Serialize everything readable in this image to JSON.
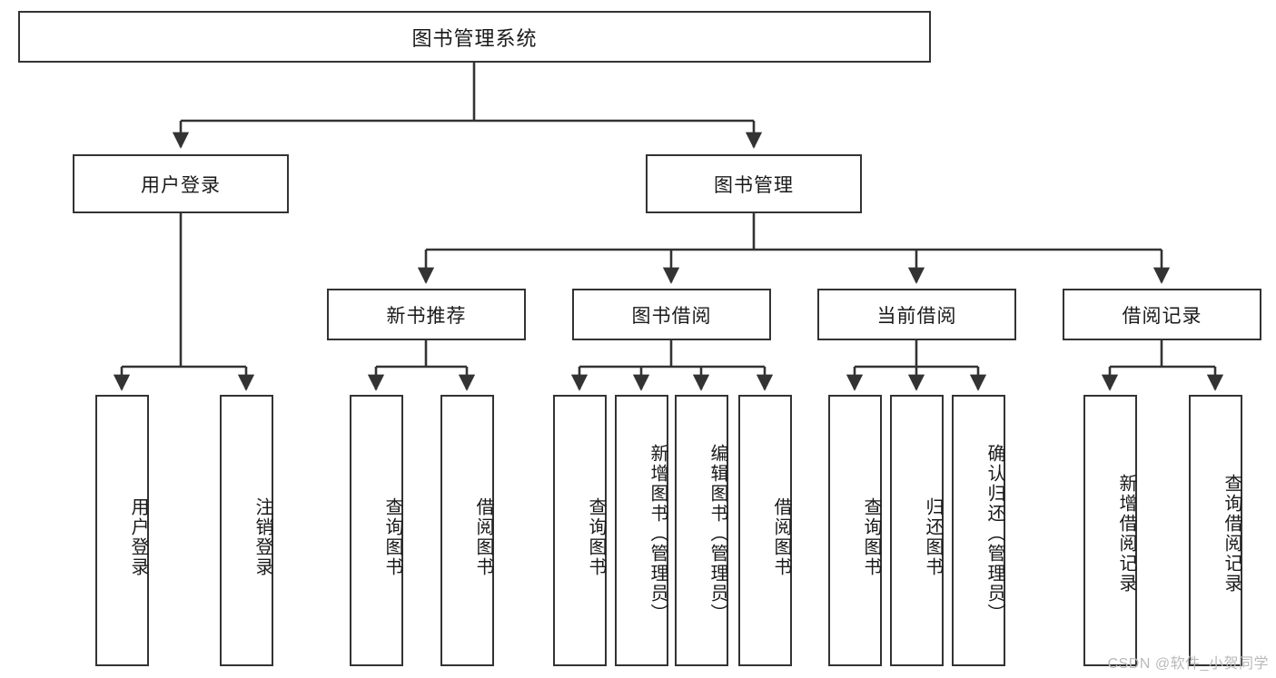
{
  "diagram": {
    "title": "图书管理系统",
    "watermark": "CSDN @软件_小贺同学",
    "line_color": "#333333",
    "box_fill": "#ffffff",
    "text_color": "#1a1a1a",
    "levels": {
      "level1": [
        "图书管理系统"
      ],
      "level2": [
        "用户登录",
        "图书管理"
      ],
      "level3": [
        "新书推荐",
        "图书借阅",
        "当前借阅",
        "借阅记录"
      ],
      "level4": [
        "用户登录",
        "注销登录",
        "查询图书",
        "借阅图书",
        "查询图书",
        "新增图书（管理员）",
        "编辑图书（管理员）",
        "借阅图书",
        "查询图书",
        "归还图书",
        "确认归还（管理员）",
        "新增借阅记录",
        "查询借阅记录"
      ]
    },
    "nodes": {
      "root": {
        "label": "图书管理系统"
      },
      "user_login": {
        "label": "用户登录"
      },
      "book_manage": {
        "label": "图书管理"
      },
      "new_book_rec": {
        "label": "新书推荐"
      },
      "book_borrow": {
        "label": "图书借阅"
      },
      "current_borrow": {
        "label": "当前借阅"
      },
      "borrow_record": {
        "label": "借阅记录"
      },
      "leaf_user_login": {
        "label": "用户登录"
      },
      "leaf_logout": {
        "label": "注销登录"
      },
      "leaf_query_book_1": {
        "label": "查询图书"
      },
      "leaf_borrow_book_1": {
        "label": "借阅图书"
      },
      "leaf_query_book_2": {
        "label": "查询图书"
      },
      "leaf_add_book": {
        "label": "新增图书（管理员）"
      },
      "leaf_edit_book": {
        "label": "编辑图书（管理员）"
      },
      "leaf_borrow_book_2": {
        "label": "借阅图书"
      },
      "leaf_query_book_3": {
        "label": "查询图书"
      },
      "leaf_return_book": {
        "label": "归还图书"
      },
      "leaf_confirm_return": {
        "label": "确认归还（管理员）"
      },
      "leaf_add_record": {
        "label": "新增借阅记录"
      },
      "leaf_query_record": {
        "label": "查询借阅记录"
      }
    }
  }
}
